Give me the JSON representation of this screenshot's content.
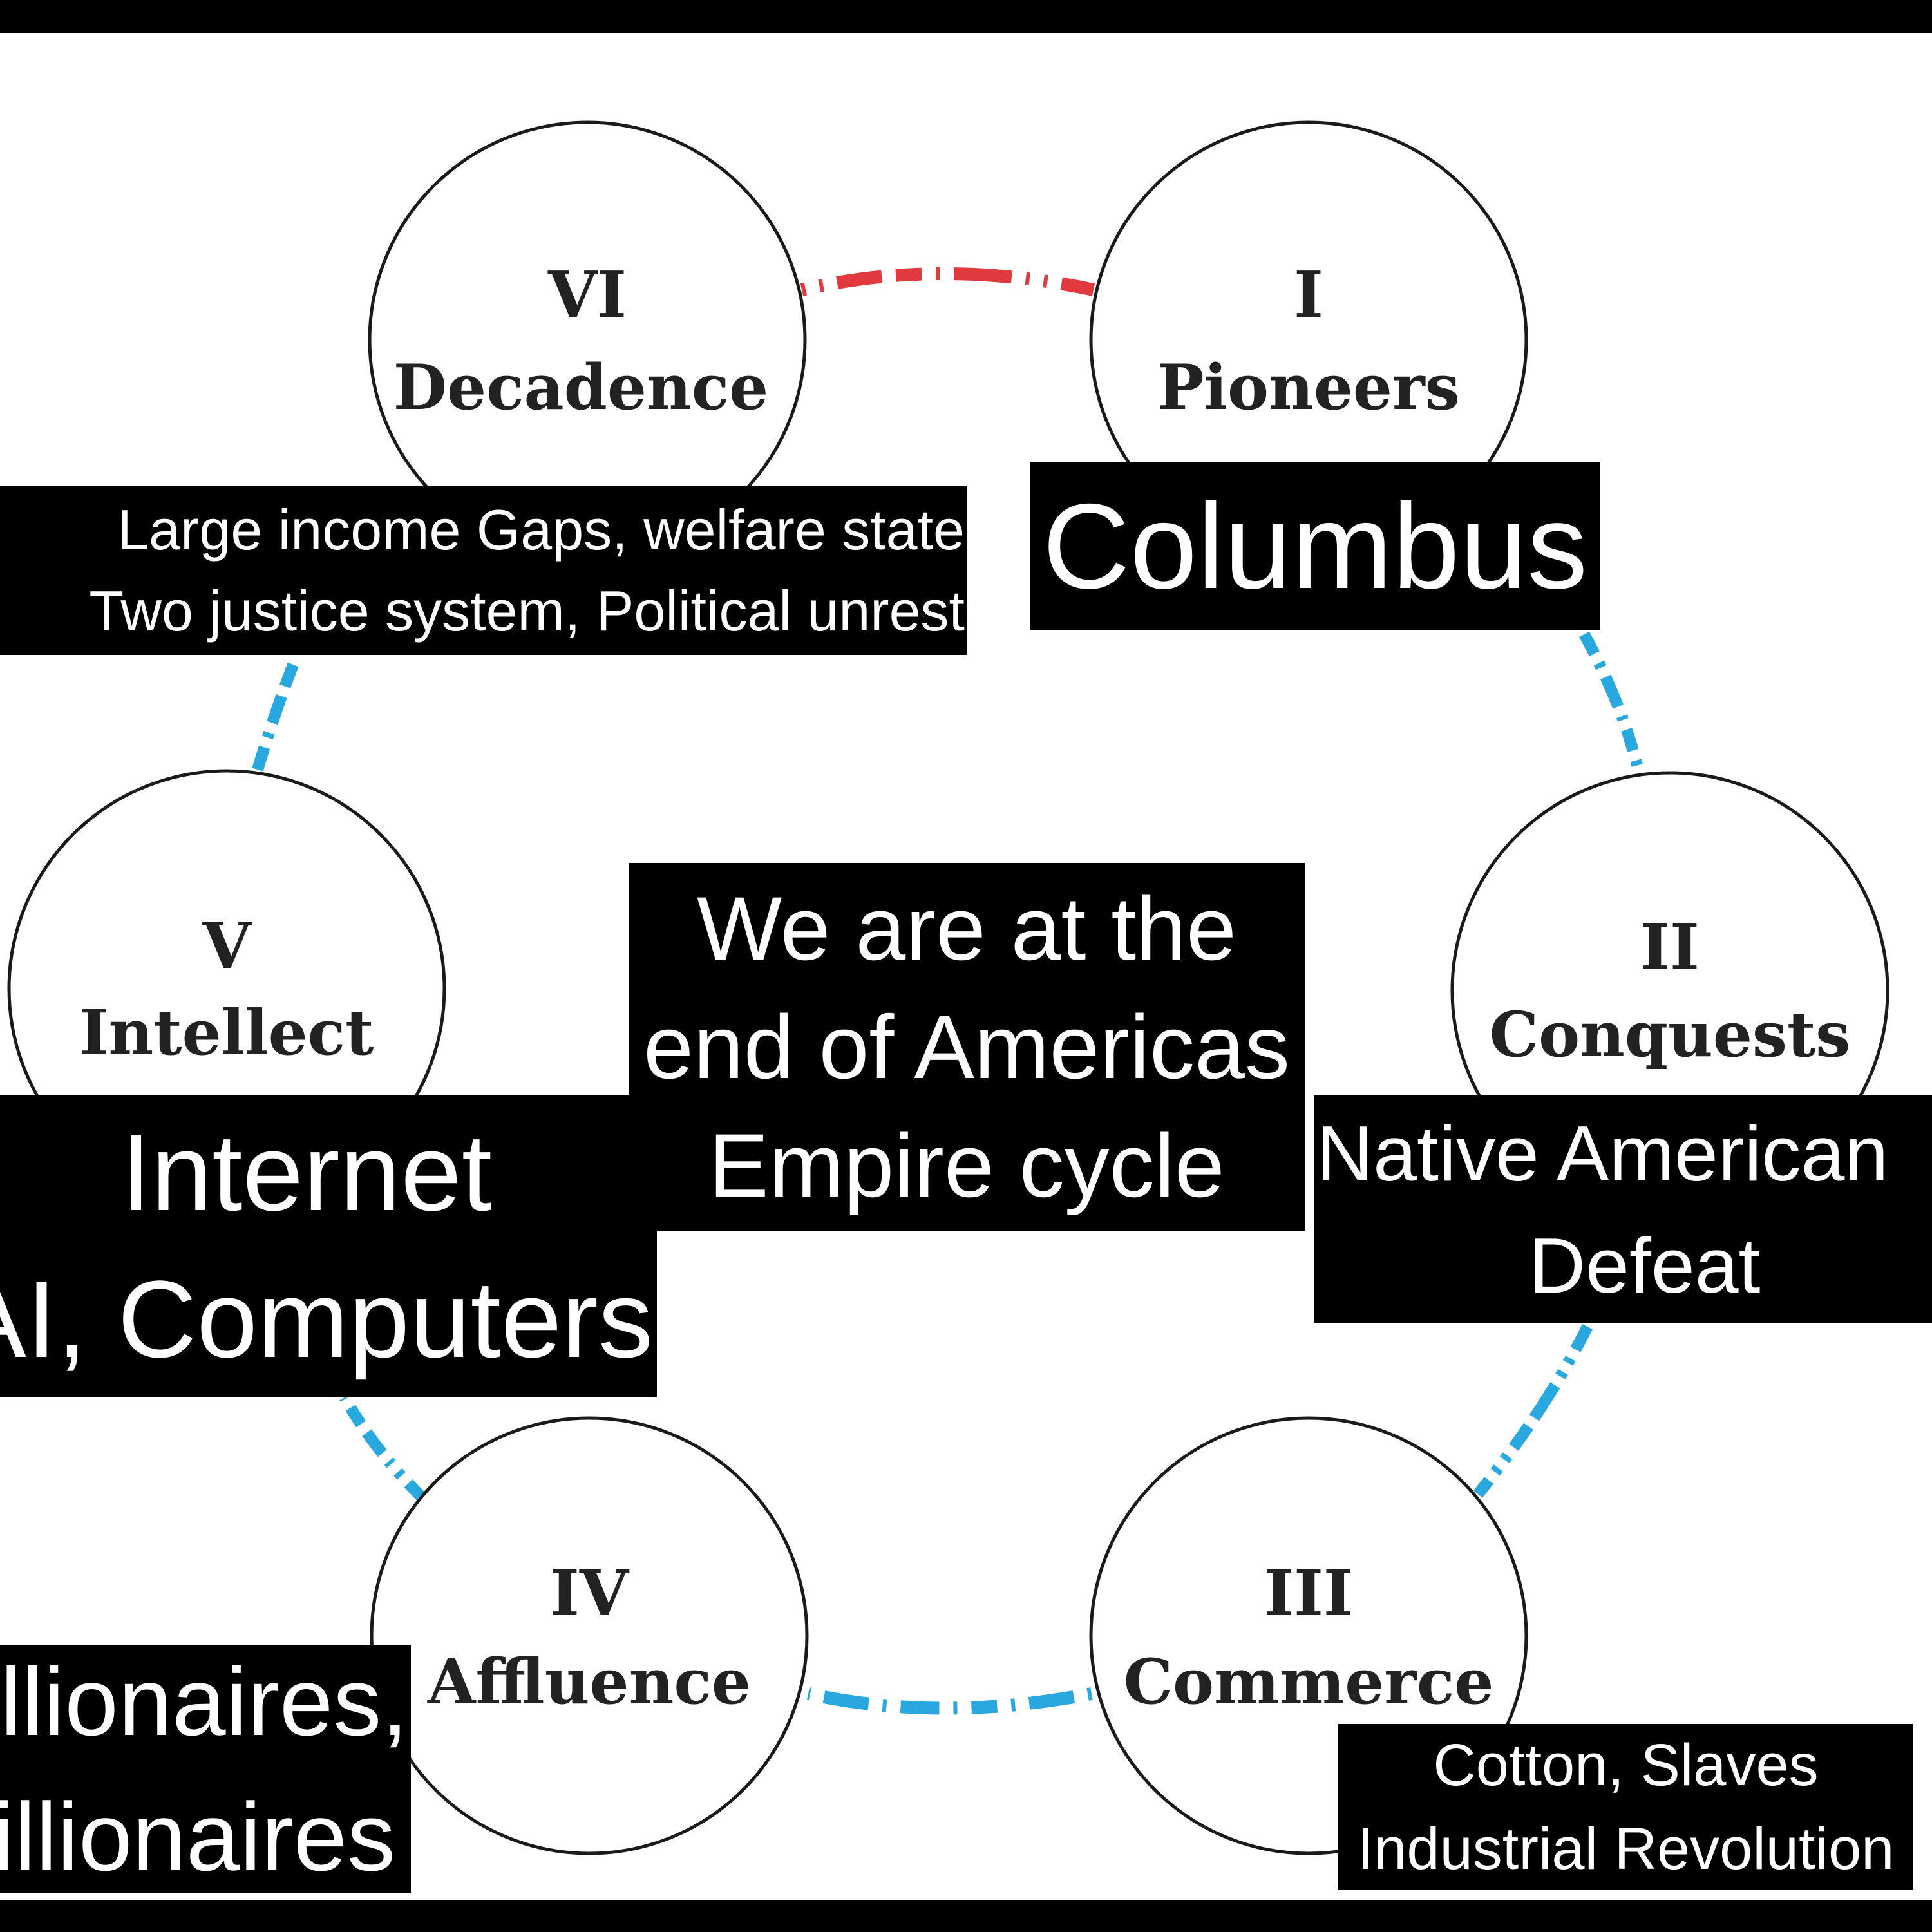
{
  "colors": {
    "background": "#ffffff",
    "caption_background": "#000000",
    "caption_text": "#ffffff",
    "circle_stroke": "#1a1a1a",
    "stage_text": "#222222",
    "connector_blue": "#29a8e0",
    "connector_red": "#e0393e"
  },
  "stages": [
    {
      "id": "stage-1",
      "numeral": "I",
      "name": "Pioneers"
    },
    {
      "id": "stage-2",
      "numeral": "II",
      "name": "Conquests"
    },
    {
      "id": "stage-3",
      "numeral": "III",
      "name": "Commerce"
    },
    {
      "id": "stage-4",
      "numeral": "IV",
      "name": "Affluence"
    },
    {
      "id": "stage-5",
      "numeral": "V",
      "name": "Intellect"
    },
    {
      "id": "stage-6",
      "numeral": "VI",
      "name": "Decadence"
    }
  ],
  "connectors": [
    {
      "from": "VI",
      "to": "I",
      "color": "red"
    },
    {
      "from": "I",
      "to": "II",
      "color": "blue"
    },
    {
      "from": "II",
      "to": "III",
      "color": "blue"
    },
    {
      "from": "III",
      "to": "IV",
      "color": "blue"
    },
    {
      "from": "IV",
      "to": "V",
      "color": "blue"
    },
    {
      "from": "V",
      "to": "VI",
      "color": "blue"
    }
  ],
  "captions": {
    "decadence": {
      "line1": "Large income Gaps, welfare state",
      "line2": "Two justice system, Political unrest"
    },
    "pioneers": {
      "line1": "Columbus"
    },
    "center": {
      "line1": "We are at the",
      "line2": "end of Americas",
      "line3": "Empire cycle"
    },
    "intellect": {
      "line1": "Internet",
      "line2": "AI, Computers"
    },
    "conquests": {
      "line1": "Native American",
      "line2": "Defeat"
    },
    "affluence": {
      "line1": "Millionaires,",
      "line2": "Billionaires"
    },
    "commerce": {
      "line1": "Cotton, Slaves",
      "line2": "Industrial Revolution"
    }
  }
}
